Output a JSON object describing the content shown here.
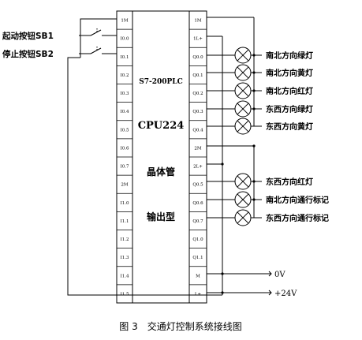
{
  "plc": {
    "model": "S7-200PLC",
    "cpu": "CPU224",
    "line1": "晶体管",
    "line2": "输出型",
    "left_pins": [
      "1M",
      "I0.0",
      "I0.1",
      "I0.2",
      "I0.3",
      "I0.4",
      "I0.5",
      "I0.6",
      "I0.7",
      "2M",
      "I1.0",
      "I1.1",
      "I1.2",
      "I1.3",
      "I1.4",
      "I1.5"
    ],
    "right_pins": [
      "1M",
      "1L+",
      "Q0.0",
      "Q0.1",
      "Q0.2",
      "Q0.3",
      "Q0.4",
      "2M",
      "2L+",
      "Q0.5",
      "Q0.6",
      "Q0.7",
      "Q1.0",
      "Q1.1",
      "M",
      "L+"
    ]
  },
  "inputs": [
    {
      "label": "起动按钮SB1"
    },
    {
      "label": "停止按钮SB2"
    }
  ],
  "lamps": [
    {
      "label": "南北方向绿灯"
    },
    {
      "label": "南北方向黄灯"
    },
    {
      "label": "南北方向红灯"
    },
    {
      "label": "东西方向绿灯"
    },
    {
      "label": "东西方向黄灯"
    },
    {
      "label": "东西方向红灯"
    },
    {
      "label": "南北方向通行标记"
    },
    {
      "label": "东西方向通行标记"
    }
  ],
  "power": {
    "zero_v": "0V",
    "plus_24v": "+24V"
  },
  "caption": "图 3　交通灯控制系统接线图"
}
